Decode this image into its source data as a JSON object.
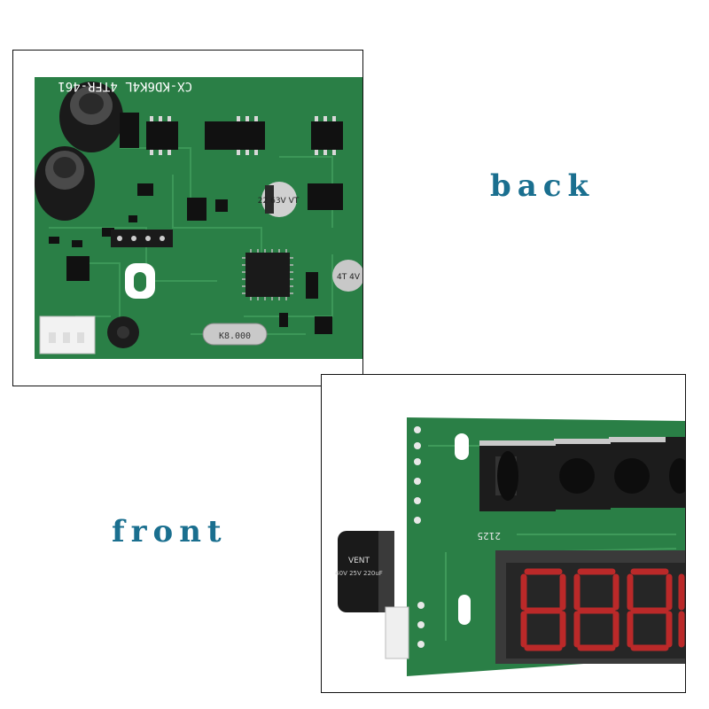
{
  "labels": {
    "back": "back",
    "front": "front"
  },
  "board_markings": {
    "back_silkscreen": "CX-KD6K4L 4TFR-461",
    "capacitor_text": "22 63V VT",
    "crystal_text": "K8.000",
    "capacitor_text_right": "4T 4V",
    "front_silkscreen": "2125",
    "front_capacitor_brand": "VENT",
    "front_capacitor_rating": "40V 25V 220uF"
  },
  "colors": {
    "pcb_green": "#2a7f46",
    "pcb_dark": "#1f6b38",
    "trace": "#3f9a5a",
    "caption": "#1a6f8f",
    "display_red": "#c42a2a"
  }
}
